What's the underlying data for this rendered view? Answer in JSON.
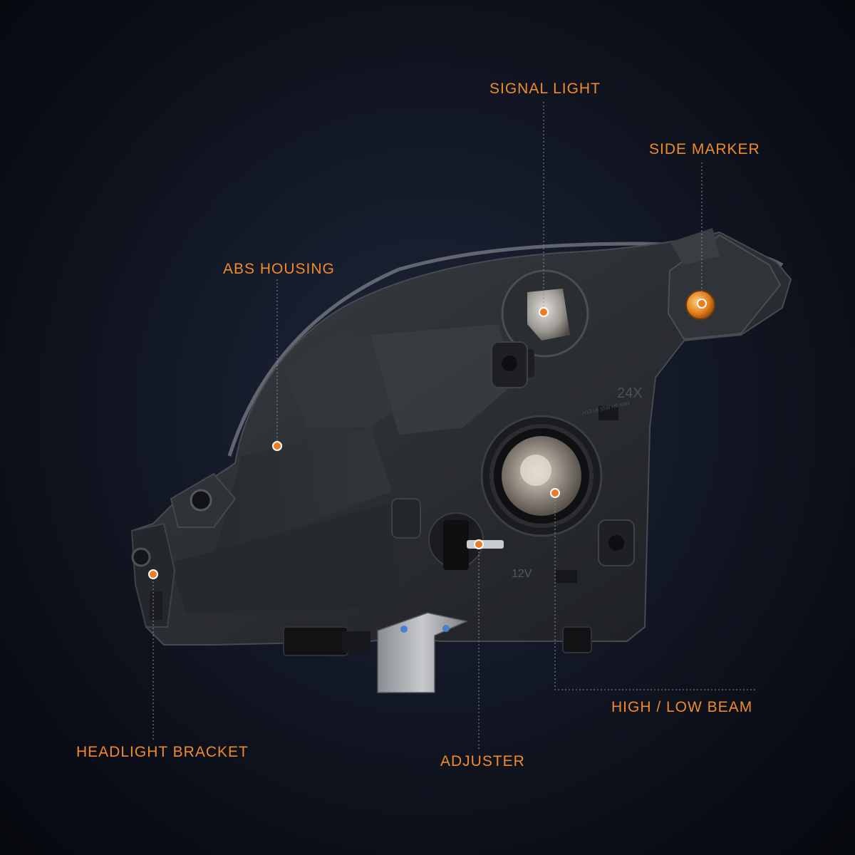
{
  "colors": {
    "label": "#f08a2c",
    "dot": "#ee7a22",
    "leader": "#8a8f9c"
  },
  "callouts": {
    "signal_light": "SIGNAL LIGHT",
    "side_marker": "SIDE MARKER",
    "abs_housing": "ABS HOUSING",
    "high_low_beam": "HIGH / LOW BEAM",
    "headlight_bracket": "HEADLIGHT BRACKET",
    "adjuster": "ADJUSTER"
  },
  "housing_markings": {
    "voltage": "12V",
    "code": "24X",
    "bulb_spec": "H13 LB 55W HB 60W"
  }
}
